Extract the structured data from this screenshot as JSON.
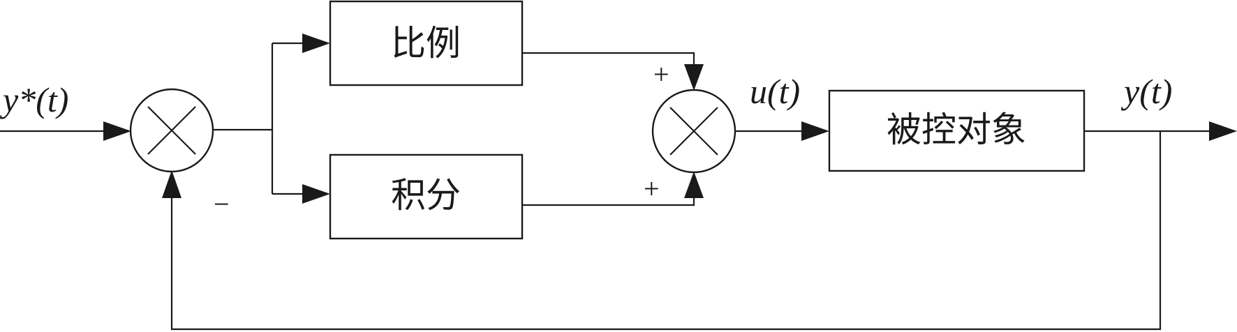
{
  "blocks": {
    "proportional": "比例",
    "integral": "积分",
    "plant": "被控对象"
  },
  "signals": {
    "reference": "y*(t)",
    "control": "u(t)",
    "output": "y(t)"
  },
  "signs": {
    "feedback": "−",
    "proportional_in": "+",
    "integral_in": "+"
  }
}
